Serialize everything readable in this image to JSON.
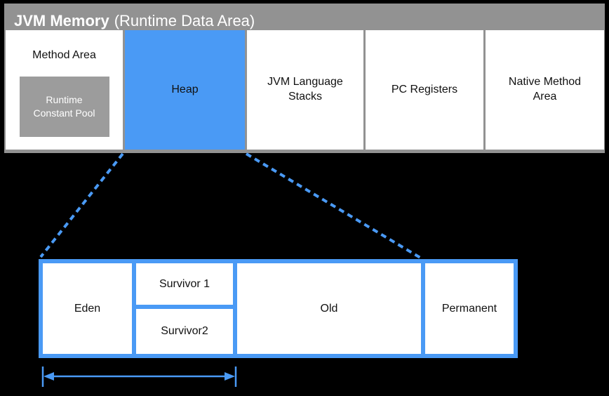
{
  "colors": {
    "blue": "#4a9af5",
    "gray": "#929292",
    "inner_gray": "#9c9c9c",
    "black_bg": "#000000",
    "white": "#ffffff"
  },
  "header": {
    "title_bold": "JVM Memory",
    "title_rest": "(Runtime Data Area)"
  },
  "top_row": {
    "method_area": {
      "label": "Method Area",
      "runtime_constant_pool": "Runtime Constant Pool"
    },
    "heap": {
      "label": "Heap"
    },
    "jvm_language_stacks": {
      "label": "JVM Language Stacks"
    },
    "pc_registers": {
      "label": "PC Registers"
    },
    "native_method_area": {
      "label": "Native Method Area"
    }
  },
  "heap_detail": {
    "eden": "Eden",
    "survivor1": "Survivor 1",
    "survivor2": "Survivor2",
    "old": "Old",
    "permanent": "Permanent"
  }
}
